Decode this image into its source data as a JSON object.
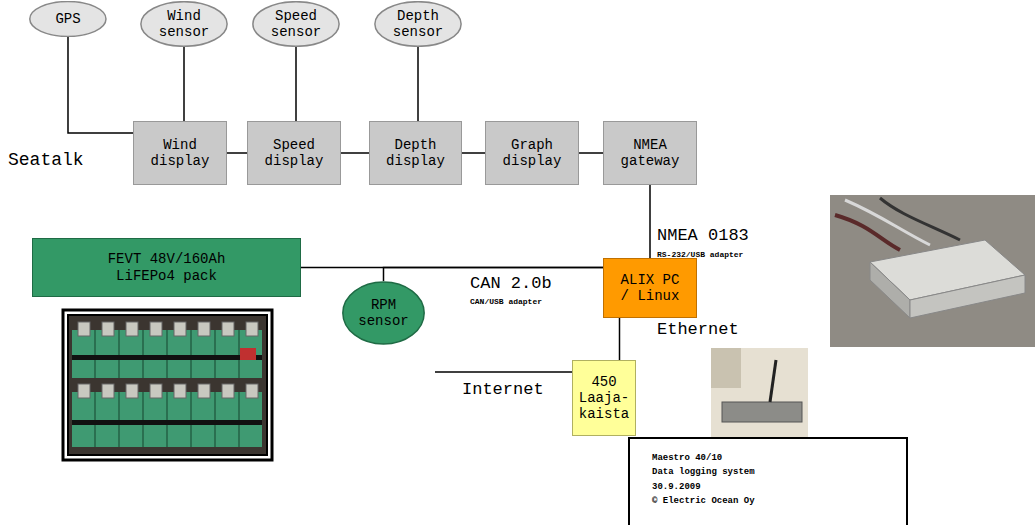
{
  "diagram": {
    "nodes": [
      {
        "text": [
          "GPS"
        ]
      },
      {
        "text": [
          "Wind sensor"
        ]
      },
      {
        "text": [
          "Speed sensor"
        ]
      },
      {
        "text": [
          "Depth sensor"
        ]
      },
      {
        "text": [
          "Wind display"
        ]
      },
      {
        "text": [
          "Speed display"
        ]
      },
      {
        "text": [
          "Depth display"
        ]
      },
      {
        "text": [
          "Graph display"
        ]
      },
      {
        "text": [
          "NMEA gateway"
        ]
      },
      {
        "text": [
          "FEVT 48V/160Ah LiFEPo4 pack"
        ]
      },
      {
        "text": [
          "RPM sensor"
        ]
      },
      {
        "text": [
          "ALIX PC / Linux"
        ]
      },
      {
        "text": [
          "450 Laaja- kaista"
        ]
      },
      {
        "text": [
          "Maestro 40/10",
          "Data logging system",
          "30.9.2009",
          "© Electric Ocean Oy"
        ]
      }
    ],
    "edges": [
      {
        "from": 0,
        "to": 4,
        "arrow": "none"
      },
      {
        "from": 1,
        "to": 4,
        "arrow": "none"
      },
      {
        "from": 2,
        "to": 5,
        "arrow": "none"
      },
      {
        "from": 3,
        "to": 6,
        "arrow": "none"
      },
      {
        "from": 4,
        "to": 5,
        "arrow": "none"
      },
      {
        "from": 5,
        "to": 6,
        "arrow": "none"
      },
      {
        "from": 6,
        "to": 7,
        "arrow": "none"
      },
      {
        "from": 7,
        "to": 8,
        "arrow": "none"
      },
      {
        "from": 8,
        "to": 11,
        "arrow": "none"
      },
      {
        "from": 9,
        "to": 11,
        "arrow": "none"
      },
      {
        "from": 10,
        "to": 11,
        "arrow": "none"
      },
      {
        "from": 11,
        "to": 12,
        "arrow": "none"
      }
    ],
    "labels": [
      "Seatalk",
      "NMEA 0183",
      "RS-232/USB adapter",
      "CAN 2.0b",
      "CAN/USB adapter",
      "Ethernet",
      "Internet"
    ]
  }
}
